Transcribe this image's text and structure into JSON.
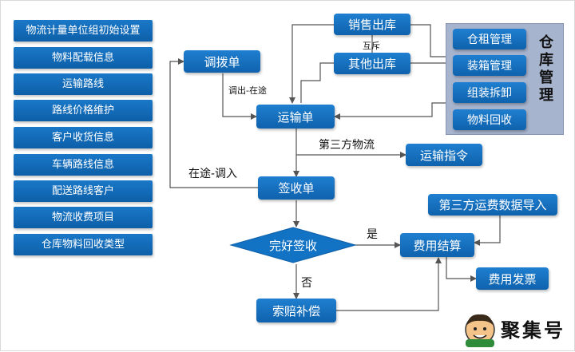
{
  "sidebar": {
    "items": [
      "物流计量单位组初始设置",
      "物料配载信息",
      "运输路线",
      "路线价格维护",
      "客户收货信息",
      "车辆路线信息",
      "配送路线客户",
      "物流收费项目",
      "仓库物料回收类型"
    ]
  },
  "nodes": {
    "sales_out": "销售出库",
    "other_out": "其他出库",
    "transfer": "调拨单",
    "transport": "运输单",
    "instruction": "运输指令",
    "receipt": "签收单",
    "intact": "完好签收",
    "claim": "索赔补偿",
    "settlement": "费用结算",
    "import": "第三方运费数据导入",
    "invoice": "费用发票"
  },
  "warehouse": {
    "title": "仓库管理",
    "items": [
      "仓租管理",
      "装箱管理",
      "组装拆卸",
      "物料回收"
    ]
  },
  "labels": {
    "mutual": "互斥",
    "out_transit": "调出-在途",
    "third_party": "第三方物流",
    "transit_in": "在途-调入",
    "yes": "是",
    "no": "否"
  },
  "logo": {
    "text": "聚集号"
  },
  "colors": {
    "node_blue": "#1272c4",
    "panel": "#a6b4ce",
    "line": "#555555"
  }
}
